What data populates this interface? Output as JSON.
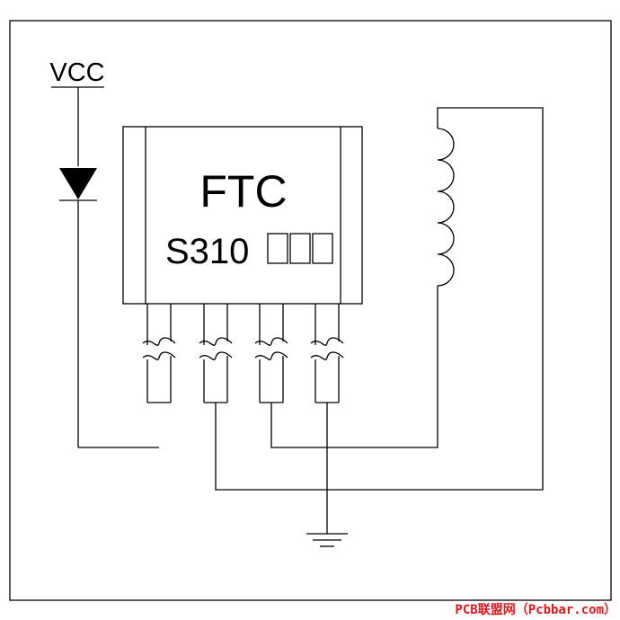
{
  "labels": {
    "vcc": "VCC",
    "chip_brand": "FTC",
    "chip_part": "S310"
  },
  "watermark": "PCB联盟网（Pcbbar.com）",
  "colors": {
    "line": "#000000",
    "background": "#ffffff",
    "watermark": "#e8141c"
  },
  "icons": [
    "diode-icon",
    "inductor-coil-icon",
    "ground-icon",
    "placeholder-box-icon"
  ]
}
